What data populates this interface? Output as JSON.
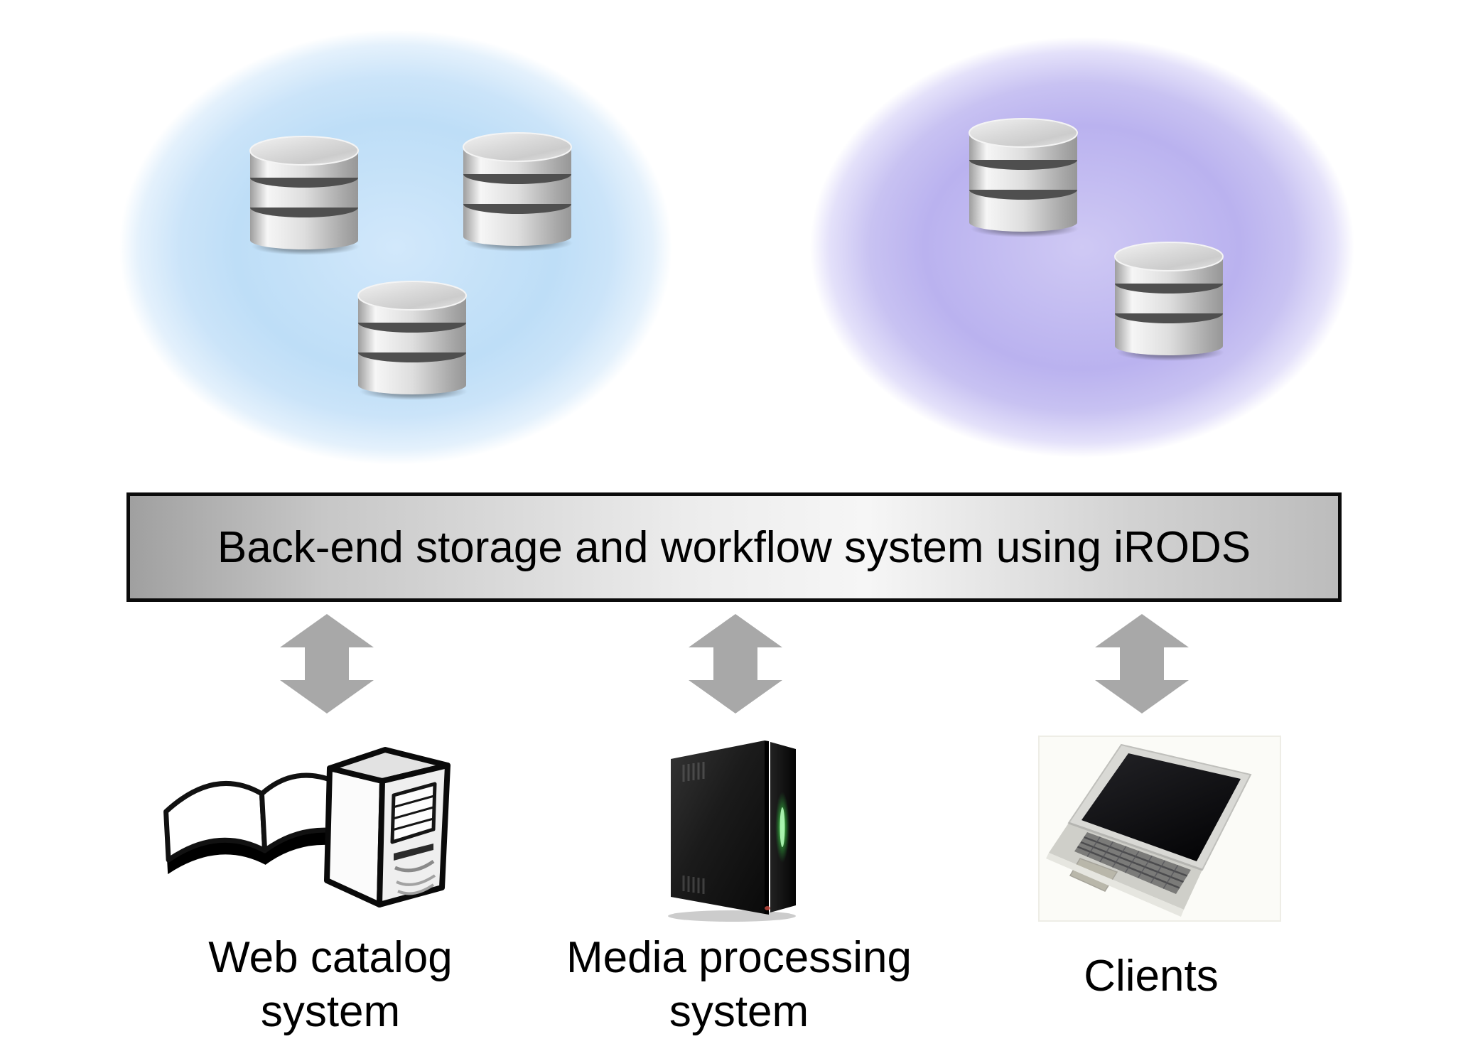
{
  "diagram": {
    "bar": {
      "label": "Back-end storage and workflow system using iRODS",
      "border_color": "#0b0b0b",
      "gradient": [
        "#a0a0a0",
        "#f6f6f6",
        "#bcbcbc"
      ]
    },
    "zones": [
      {
        "id": "storage-zone-blue",
        "color": "#bedef7",
        "database_count": 3
      },
      {
        "id": "storage-zone-purple",
        "color": "#bab2ef",
        "database_count": 2
      }
    ],
    "nodes": [
      {
        "id": "web-catalog-system",
        "icon": "book-and-server-icon",
        "lines": [
          "Web catalog",
          "system"
        ]
      },
      {
        "id": "media-processing-system",
        "icon": "media-server-icon",
        "lines": [
          "Media processing",
          "system"
        ]
      },
      {
        "id": "clients",
        "icon": "laptop-icon",
        "lines": [
          "Clients"
        ]
      }
    ],
    "icons": {
      "database": "database-cylinder-icon",
      "arrow": "double-headed-vertical-arrow-icon"
    },
    "colors": {
      "arrow_gray": "#a8a8a8",
      "text": "#000000",
      "server_led_green": "#49e54f"
    },
    "arrow_count": 3
  }
}
